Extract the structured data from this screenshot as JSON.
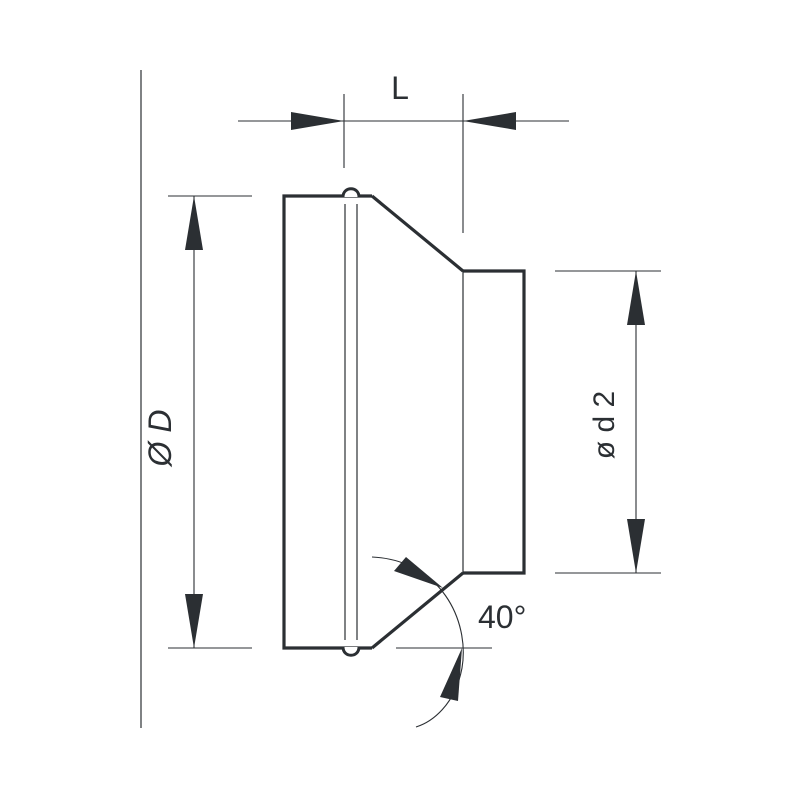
{
  "labels": {
    "length": "L",
    "outer_diameter": "Ø D",
    "inner_diameter": "ø d 2",
    "angle": "40°"
  },
  "colors": {
    "line": "#2b2f33",
    "background": "#ffffff"
  }
}
